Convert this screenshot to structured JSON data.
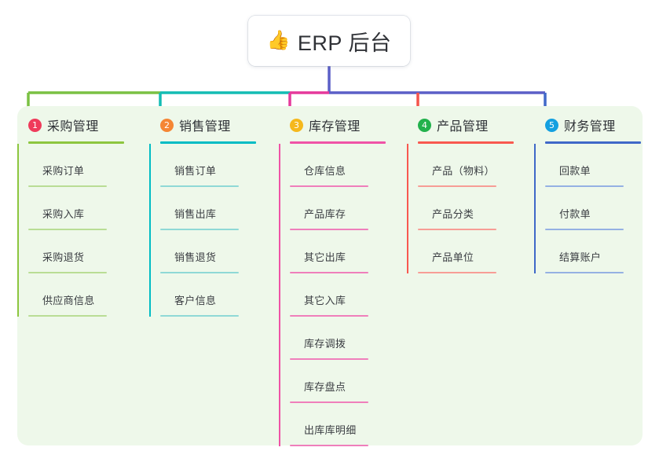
{
  "root": {
    "icon": "thumbs-up-icon",
    "icon_glyph": "👍",
    "title": "ERP 后台"
  },
  "palette": {
    "panel_bg": "#eef8ea",
    "page_bg": "#ffffff",
    "root_connector": "#5b5fc7"
  },
  "columns": [
    {
      "number": "1",
      "badge_glyph": "➀",
      "badge_color": "#ef3b5b",
      "title": "采购管理",
      "line_color": "#7ac143",
      "rule_color": "#8dc63f",
      "item_rule_color": "#b9dd95",
      "items": [
        {
          "label": "采购订单"
        },
        {
          "label": "采购入库"
        },
        {
          "label": "采购退货"
        },
        {
          "label": "供应商信息"
        }
      ]
    },
    {
      "number": "2",
      "badge_glyph": "➁",
      "badge_color": "#f58634",
      "title": "销售管理",
      "line_color": "#13bcb4",
      "rule_color": "#00bcc4",
      "item_rule_color": "#8fd9d6",
      "items": [
        {
          "label": "销售订单"
        },
        {
          "label": "销售出库"
        },
        {
          "label": "销售退货"
        },
        {
          "label": "客户信息"
        }
      ]
    },
    {
      "number": "3",
      "badge_glyph": "➂",
      "badge_color": "#f5b81c",
      "title": "库存管理",
      "line_color": "#e5399b",
      "rule_color": "#ef53a6",
      "item_rule_color": "#ef7fbb",
      "items": [
        {
          "label": "仓库信息"
        },
        {
          "label": "产品库存"
        },
        {
          "label": "其它出库"
        },
        {
          "label": "其它入库"
        },
        {
          "label": "库存调拨"
        },
        {
          "label": "库存盘点"
        },
        {
          "label": "出库库明细"
        }
      ]
    },
    {
      "number": "4",
      "badge_glyph": "➃",
      "badge_color": "#22b14c",
      "title": "产品管理",
      "line_color": "#f4544b",
      "rule_color": "#f8594f",
      "item_rule_color": "#f79d96",
      "items": [
        {
          "label": "产品（物料）"
        },
        {
          "label": "产品分类"
        },
        {
          "label": "产品单位"
        }
      ]
    },
    {
      "number": "5",
      "badge_glyph": "➄",
      "badge_color": "#14a0e0",
      "title": "财务管理",
      "line_color": "#4169c9",
      "rule_color": "#3f68c8",
      "item_rule_color": "#95b1e3",
      "items": [
        {
          "label": "回款单"
        },
        {
          "label": "付款单"
        },
        {
          "label": "结算账户"
        }
      ]
    }
  ]
}
